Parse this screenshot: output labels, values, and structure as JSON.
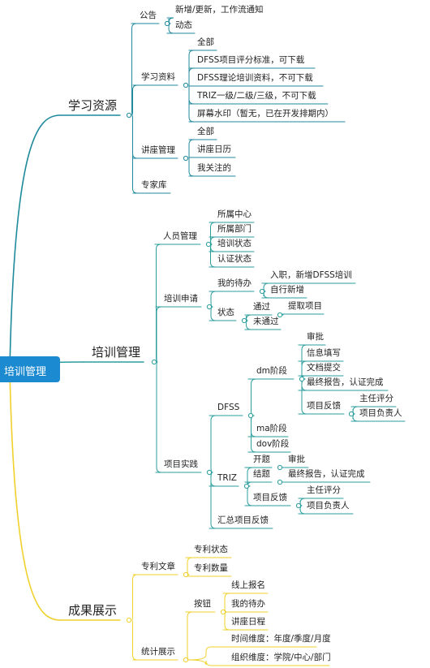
{
  "root": "培训管理",
  "branches": [
    {
      "label": "学习资源",
      "colors": {
        "line": "#1f8a9c"
      },
      "children": [
        {
          "label": "公告",
          "children": [
            {
              "label": "新增/更新，工作流通知"
            },
            {
              "label": "动态"
            }
          ]
        },
        {
          "label": "学习资料",
          "children": [
            {
              "label": "全部"
            },
            {
              "label": "DFSS项目评分标准，可下载"
            },
            {
              "label": "DFSS理论培训资料，不可下载"
            },
            {
              "label": "TRIZ一级/二级/三级，不可下载"
            },
            {
              "label": "屏幕水印（暂无，已在开发排期内）"
            }
          ]
        },
        {
          "label": "讲座管理",
          "children": [
            {
              "label": "全部"
            },
            {
              "label": "讲座日历"
            },
            {
              "label": "我关注的"
            }
          ]
        },
        {
          "label": "专家库"
        }
      ]
    },
    {
      "label": "培训管理",
      "colors": {
        "line": "#2a9d9d"
      },
      "children": [
        {
          "label": "人员管理",
          "children": [
            {
              "label": "所属中心"
            },
            {
              "label": "所属部门"
            },
            {
              "label": "培训状态"
            },
            {
              "label": "认证状态"
            }
          ]
        },
        {
          "label": "培训申请",
          "children": [
            {
              "label": "我的待办",
              "children": [
                {
                  "label": "入职，新增DFSS培训"
                },
                {
                  "label": "自行新增"
                }
              ]
            },
            {
              "label": "状态",
              "children": [
                {
                  "label": "通过",
                  "children": [
                    {
                      "label": "提取项目"
                    }
                  ]
                },
                {
                  "label": "未通过"
                }
              ]
            }
          ]
        },
        {
          "label": "项目实践",
          "children": [
            {
              "label": "DFSS",
              "children": [
                {
                  "label": "dm阶段",
                  "children": [
                    {
                      "label": "审批"
                    },
                    {
                      "label": "信息填写"
                    },
                    {
                      "label": "文档提交"
                    },
                    {
                      "label": "最终报告，认证完成"
                    },
                    {
                      "label": "项目反馈",
                      "children": [
                        {
                          "label": "主任评分"
                        },
                        {
                          "label": "项目负责人"
                        }
                      ]
                    }
                  ]
                },
                {
                  "label": "ma阶段"
                },
                {
                  "label": "dov阶段"
                }
              ]
            },
            {
              "label": "TRIZ",
              "children": [
                {
                  "label": "开题",
                  "children": [
                    {
                      "label": "审批"
                    }
                  ]
                },
                {
                  "label": "结题",
                  "children": [
                    {
                      "label": "最终报告，认证完成"
                    }
                  ]
                },
                {
                  "label": "项目反馈",
                  "children": [
                    {
                      "label": "主任评分"
                    },
                    {
                      "label": "项目负责人"
                    }
                  ]
                }
              ]
            },
            {
              "label": "汇总项目反馈"
            }
          ]
        }
      ]
    },
    {
      "label": "成果展示",
      "colors": {
        "line": "#f0d12c"
      },
      "children": [
        {
          "label": "专利文章",
          "children": [
            {
              "label": "专利状态"
            },
            {
              "label": "专利数量"
            }
          ]
        },
        {
          "label": "统计展示",
          "children": [
            {
              "label": "按钮",
              "children": [
                {
                  "label": "线上报名"
                },
                {
                  "label": "我的待办"
                },
                {
                  "label": "讲座日程"
                }
              ]
            },
            {
              "label": "时间维度：年度/季度/月度"
            },
            {
              "label": "组织维度：学院/中心/部门"
            }
          ]
        }
      ]
    }
  ]
}
